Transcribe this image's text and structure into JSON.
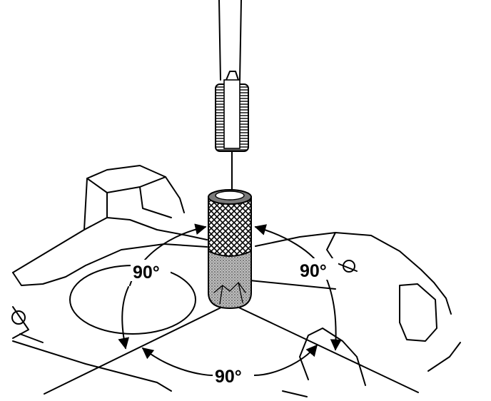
{
  "figure": {
    "angle_label_left": "90°",
    "angle_label_right": "90°",
    "angle_label_bottom": "90°"
  },
  "colors": {
    "ink": "#000000",
    "background": "#ffffff",
    "knurl_fill": "#444444",
    "sleeve_fill": "#9a9a9a"
  },
  "icons": [
    "slide-hammer-tool",
    "knurled-sleeve-tool",
    "cylinder-head-casting",
    "angle-arrow"
  ]
}
